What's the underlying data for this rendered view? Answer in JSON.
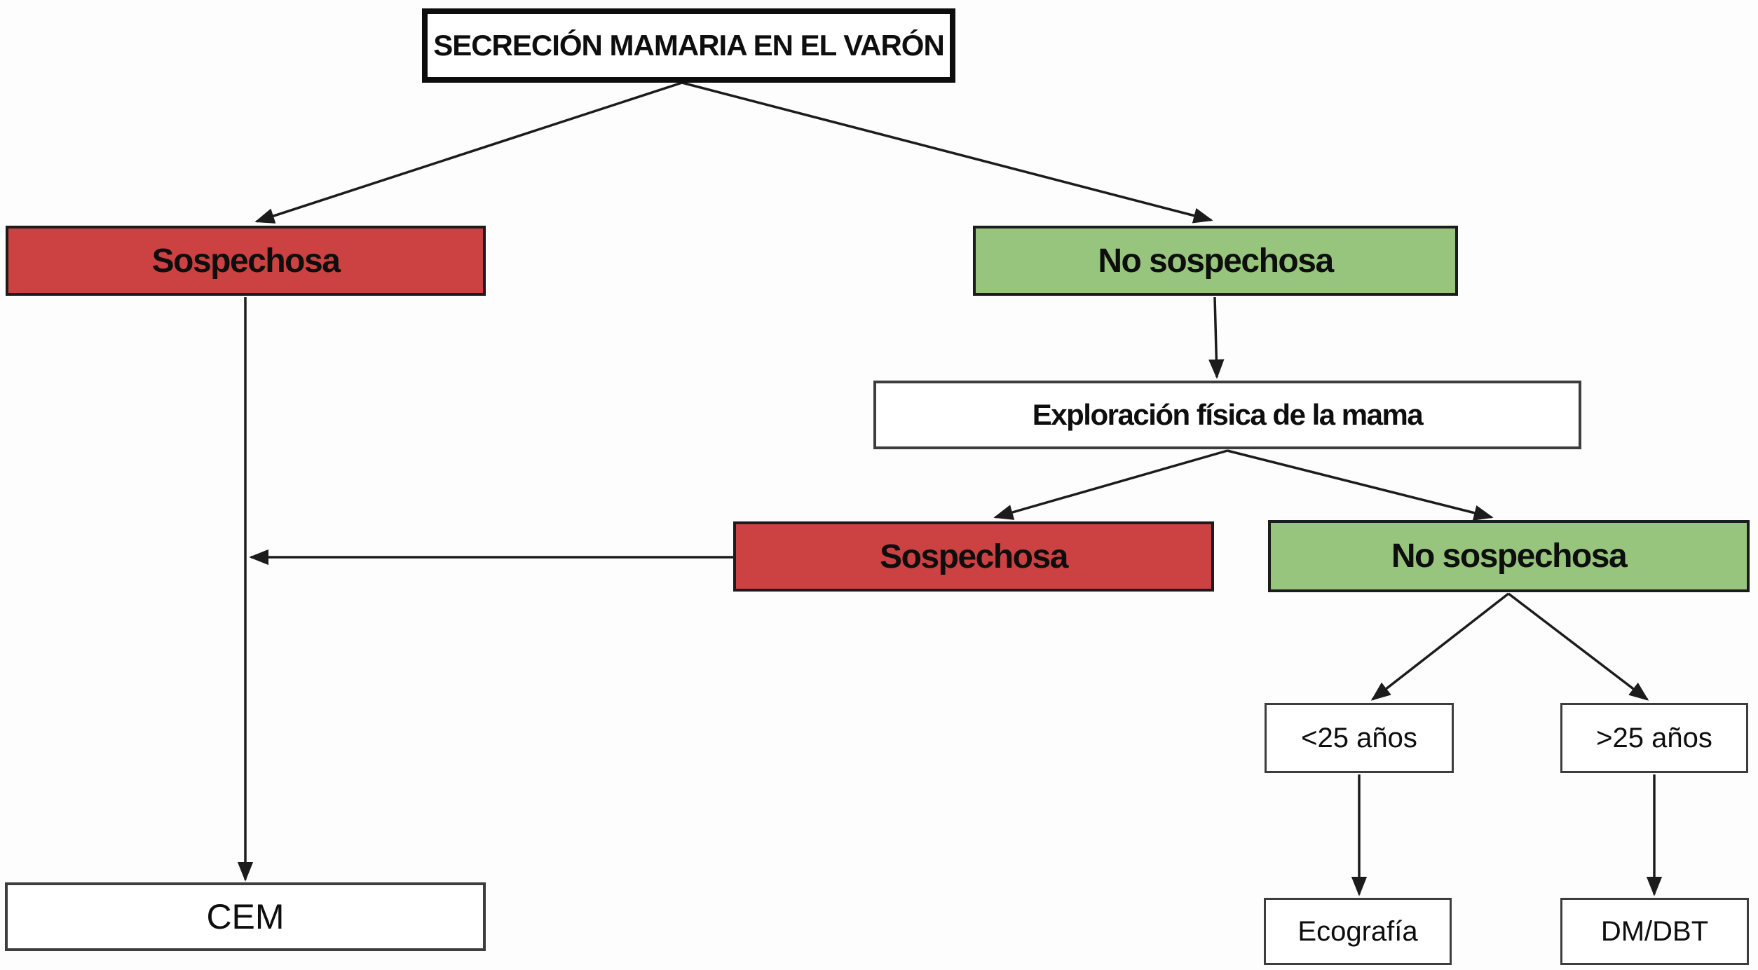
{
  "title": "SECRECIÓN MAMARIA EN EL VARÓN",
  "colors": {
    "page-bg": "#fdfdfd",
    "suspicious-fill": "#cc4141",
    "safe-fill": "#98c57d",
    "line-color": "#1c1c1c",
    "box-border": "#1c1c1c",
    "plain-border": "#3d3d3d",
    "text-color": "#0e0e0e"
  },
  "nodes": {
    "root": "SECRECIÓN MAMARIA EN EL VARÓN",
    "suspicious_1": "Sospechosa",
    "not_suspicious_1": "No sospechosa",
    "physical_exam": "Exploración física de la mama",
    "suspicious_2": "Sospechosa",
    "not_suspicious_2": "No sospechosa",
    "under_25": "<25 años",
    "over_25": ">25 años",
    "cem": "CEM",
    "ecografia": "Ecografía",
    "dm_dbt": "DM/DBT"
  }
}
